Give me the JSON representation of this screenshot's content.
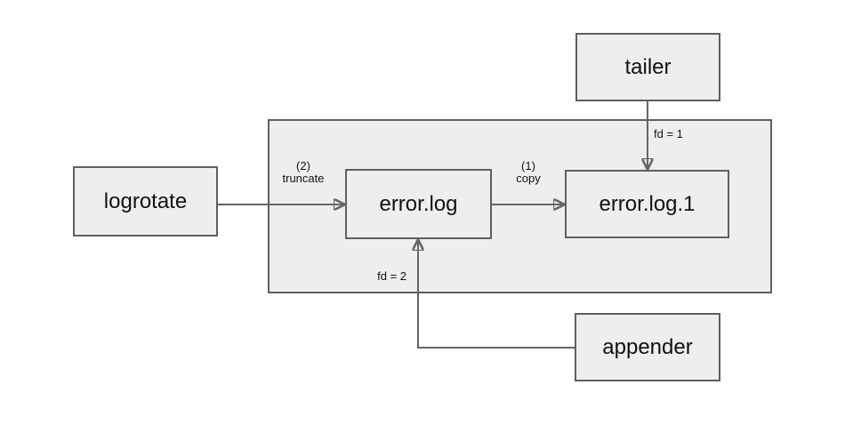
{
  "colors": {
    "background": "#ffffff",
    "node_fill": "#eeeeee",
    "node_border": "#5f5f5f",
    "arrow": "#666666",
    "text": "#111111"
  },
  "nodes": {
    "logrotate": {
      "label": "logrotate"
    },
    "tailer": {
      "label": "tailer"
    },
    "error_log": {
      "label": "error.log"
    },
    "error_log_1": {
      "label": "error.log.1"
    },
    "appender": {
      "label": "appender"
    }
  },
  "edges": {
    "truncate": {
      "step": "(2)",
      "action": "truncate"
    },
    "copy": {
      "step": "(1)",
      "action": "copy"
    },
    "fd1": {
      "label": "fd = 1"
    },
    "fd2": {
      "label": "fd = 2"
    }
  }
}
